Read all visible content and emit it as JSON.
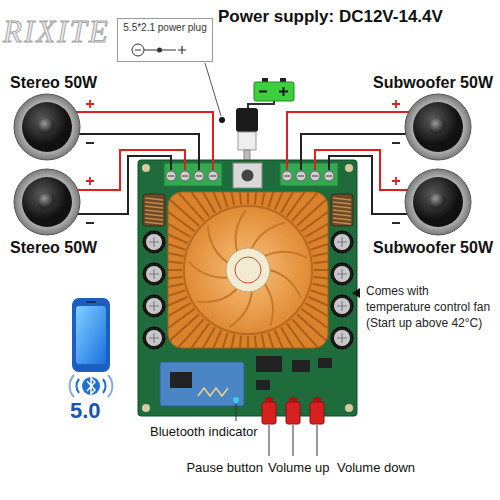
{
  "diagram": {
    "nodes": [
      {
        "text": [
          "5.5*2.1 power plug"
        ]
      },
      {
        "text": [
          "Stereo 50W"
        ]
      },
      {
        "text": [
          "Subwoofer 50W"
        ]
      },
      {
        "text": [
          "Stereo 50W"
        ]
      },
      {
        "text": [
          "Subwoofer 50W"
        ]
      }
    ],
    "labels": [
      "RIXITE",
      "Power supply: DC12V-14.4V",
      "Comes with temperature control fan (Start up above 42°C)",
      "5.0",
      "Bluetooth indicator",
      "Pause button",
      "Volume up",
      "Volume down"
    ]
  }
}
